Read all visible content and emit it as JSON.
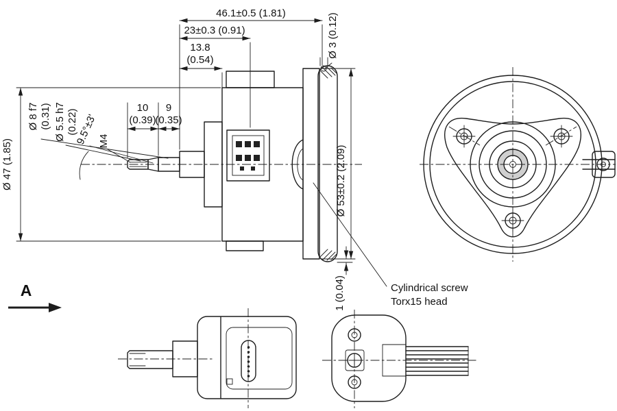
{
  "colors": {
    "ink": "#1d1d1d",
    "background": "#ffffff",
    "section_shade": "#cfcfcf"
  },
  "dims": {
    "total_length": "46.1±0.5 (1.81)",
    "len_23": "23±0.3 (0.91)",
    "len_138": "13.8",
    "len_138_in": "(0.54)",
    "len_10": "10",
    "len_10_in": "(0.39)",
    "len_9": "9",
    "len_9_in": "(0.35)",
    "dia_8": "Ø 8 f7",
    "dia_8_in": "(0.31)",
    "dia_55": "Ø 5.5 h7",
    "dia_55_in": "(0.22)",
    "angle": "9.5°±3'",
    "thread": "M4",
    "dia_47": "Ø 47 (1.85)",
    "dia_53": "Ø 53±0.2 (2.09)",
    "dia_3": "Ø 3 (0.12)",
    "clamp_1": "1 (0.04)"
  },
  "labels": {
    "screw_note_1": "Cylindrical screw",
    "screw_note_2": "Torx15 head",
    "view_a": "A"
  }
}
